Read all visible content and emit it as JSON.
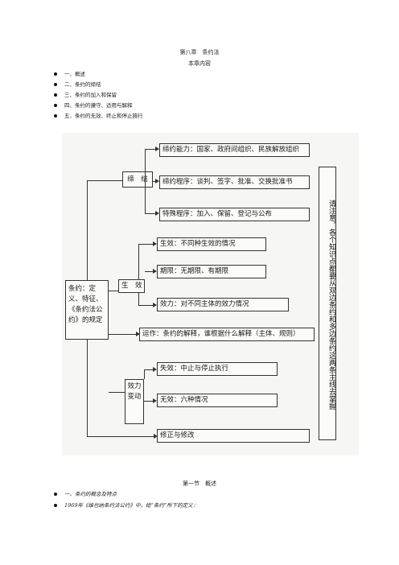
{
  "chapter_title": "第八章　条约法",
  "contents_heading": "本章内容",
  "toc": [
    "一、概述",
    "二、条约的缔结",
    "三、条约的加入和保留",
    "四、条约的遵守、适用与解释",
    "五、条约的无效、终止和停止施行"
  ],
  "diagram": {
    "root": "条约：定义、特征、《条约法公约》的规定",
    "conclude": {
      "label": "缔　结",
      "items": [
        "缔约能力：国家、政府间组织、民族解放组织",
        "缔约程序：谈判、签字、批准、交换批准书",
        "特殊程序：加入、保留、登记与公布"
      ]
    },
    "effect": {
      "label": "生　效",
      "items": [
        "生效：不同种生效的情况",
        "期限：无期限、有期限",
        "效力：对不同主体的效力情况"
      ]
    },
    "operation": "运作：条约的解释，谁根据什么解释（主体、规则）",
    "change": {
      "label": "效力变动",
      "items": [
        "失效：中止与停止执行",
        "无效：六种情况",
        "修正与修改"
      ]
    },
    "note": "请注意，各个知识点都要从双边条约和多边条约这两条主线去掌握"
  },
  "section_title": "第一节　概述",
  "section_items": [
    "一、条约的概念及特点",
    "1969年《维也纳条约法公约》中，给“条约”所下的定义："
  ]
}
